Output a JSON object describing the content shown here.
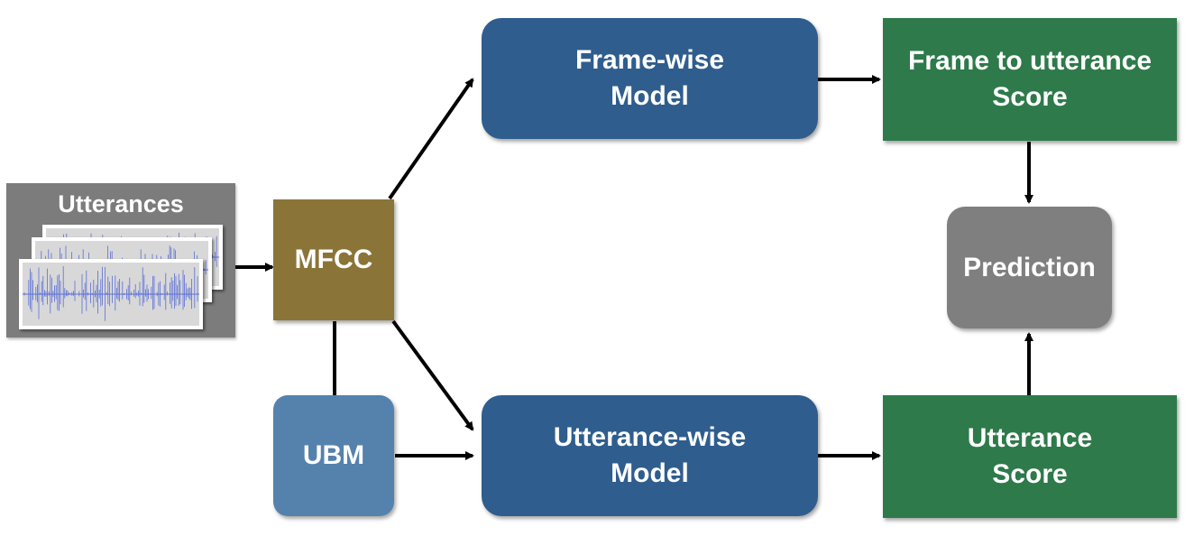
{
  "colors": {
    "model_blue": "#2f5d8e",
    "ubm_blue": "#5582ad",
    "score_green": "#2e7a4a",
    "mfcc_olive": "#8a7437",
    "prediction_gray": "#7f7f7f",
    "utterances_gray": "#7c7c7c",
    "arrow": "#000000",
    "waveform": "#5b6fd6"
  },
  "nodes": {
    "utterances": "Utterances",
    "mfcc": "MFCC",
    "ubm": "UBM",
    "frame_model": "Frame-wise\nModel",
    "utterance_model": "Utterance-wise\nModel",
    "frame_score": "Frame to utterance\nScore",
    "utterance_score": "Utterance\nScore",
    "prediction": "Prediction"
  },
  "icons": [
    "waveform-icon"
  ]
}
